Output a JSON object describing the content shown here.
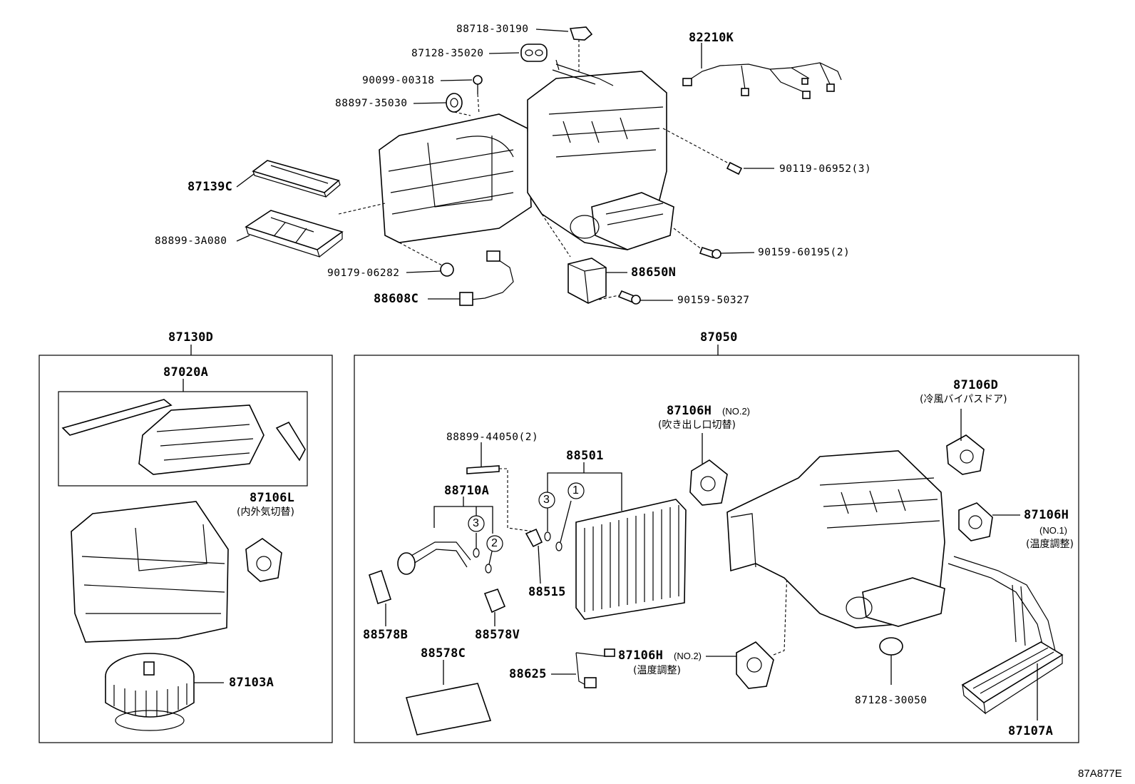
{
  "top_assembly": {
    "labels": {
      "p1": "88718-30190",
      "p2": "87128-35020",
      "p3": "90099-00318",
      "p4": "88897-35030",
      "p5": "82210K",
      "p6": "87139C",
      "p7": "88899-3A080",
      "p8": "90119-06952(3)",
      "p9": "90159-60195(2)",
      "p10": "90179-06282",
      "p11": "88650N",
      "p12": "88608C",
      "p13": "90159-50327"
    }
  },
  "blower_group": {
    "title": "87130D",
    "case_label": "87020A",
    "servo_label": "87106L",
    "servo_note": "(内外気切替)",
    "motor_label": "87103A"
  },
  "cooling_group": {
    "title": "87050",
    "bolt_label": "88899-44050(2)",
    "evaporator_label": "88501",
    "pipe_label": "88710A",
    "circle_3a": "3",
    "circle_1": "1",
    "circle_3b": "3",
    "circle_2": "2",
    "thermistor_label": "88515",
    "seal_b_label": "88578B",
    "seal_v_label": "88578V",
    "seal_c_label": "88578C",
    "sensor_label": "88625",
    "servo_no2_temp_code": "87106H",
    "servo_no2_temp_no": "(NO.2)",
    "servo_no2_temp_note": "(温度調整)",
    "servo_no2_mode_code": "87106H",
    "servo_no2_mode_no": "(NO.2)",
    "servo_no2_mode_note": "(吹き出し口切替)",
    "servo_d_label": "87106D",
    "servo_d_note": "(冷風バイパスドア)",
    "servo_no1_code": "87106H",
    "servo_no1_no": "(NO.1)",
    "servo_no1_note": "(温度調整)",
    "packing_label": "87128-30050",
    "heater_core_label": "87107A"
  },
  "figure_code": "87A877E"
}
